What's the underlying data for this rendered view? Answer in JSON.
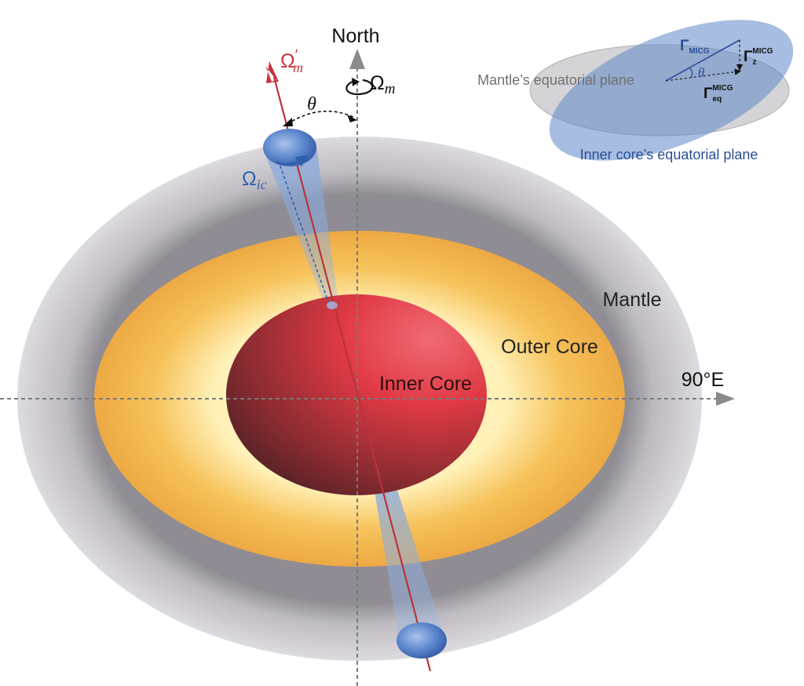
{
  "labels": {
    "north": "North",
    "east": "90°E",
    "mantle": "Mantle",
    "outer_core": "Outer Core",
    "inner_core": "Inner Core",
    "theta": "θ",
    "omega_m": "Ω",
    "omega_m_sub": "m",
    "omega_m_prime": "Ω",
    "omega_m_prime_sup": "′",
    "omega_m_prime_sub": "m",
    "omega_ic": "Ω",
    "omega_ic_sub": "ic"
  },
  "inset": {
    "mantle_plane": "Mantle’s equatorial plane",
    "inner_core_plane": "Inner core’s equatorial plane",
    "gamma": "Γ",
    "gamma_sub": "MICG",
    "gamma_z": "Γ",
    "gamma_z_sup": "MICG",
    "gamma_z_sub": "z",
    "gamma_eq": "Γ",
    "gamma_eq_sup": "MICG",
    "gamma_eq_sub": "eq",
    "theta": "θ"
  },
  "colors": {
    "mantle_grey": "#c9c7cc",
    "outer_core_orange": "#f1b34c",
    "inner_core_red": "#e43a45",
    "inner_core_dark": "#5a2327",
    "axis_red": "#c8323c",
    "blue": "#2f5fb0",
    "plane_blue": "#7da3d8",
    "text_grey": "#6f6f6f"
  }
}
